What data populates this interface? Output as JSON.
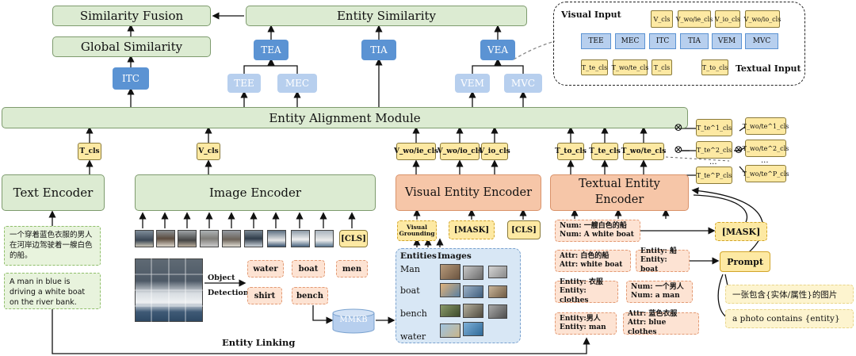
{
  "top": {
    "similarity_fusion": "Similarity Fusion",
    "entity_similarity": "Entity Similarity",
    "global_similarity": "Global Similarity",
    "itc": "ITC",
    "tea": "TEA",
    "tia": "TIA",
    "vea": "VEA",
    "tee": "TEE",
    "mec": "MEC",
    "vem": "VEM",
    "mvc": "MVC",
    "alignment_module": "Entity Alignment Module"
  },
  "inset": {
    "visual_input": "Visual Input",
    "textual_input": "Textual Input",
    "vis_tokens": [
      "V_cls",
      "V_wo/ie_cls",
      "V_io_cls",
      "V_wo/io_cls"
    ],
    "losses": [
      "TEE",
      "MEC",
      "ITC",
      "TIA",
      "VEM",
      "MVC"
    ],
    "txt_tokens": [
      "T_te_cls",
      "T_wo/te_cls",
      "T_cls",
      "T_to_cls"
    ]
  },
  "tokens": {
    "t_cls": "T_cls",
    "v_cls": "V_cls",
    "v_wo_ie": "V_wo/ie_cls",
    "v_wo_io": "V_wo/io_cls",
    "v_io": "V_io_cls",
    "t_to": "T_to_cls",
    "t_te": "T_te_cls",
    "t_wo_te": "T_wo/te_cls"
  },
  "right_stack": {
    "left": [
      "T_te^1_cls",
      "T_te^2_cls",
      "...",
      "T_te^P_cls"
    ],
    "right": [
      "T_wo/te^1_cls",
      "T_wo/te^2_cls",
      "...",
      "T_wo/te^P_cls"
    ],
    "otimes": "⊗"
  },
  "encoders": {
    "text": "Text Encoder",
    "image": "Image Encoder",
    "visual_entity": "Visual Entity Encoder",
    "textual_entity": "Textual Entity Encoder"
  },
  "text_input": {
    "chinese": "一个穿着蓝色衣服的男人在河岸边驾驶着一艘白色的船。",
    "english": "A man in blue is driving a white boat on the river bank."
  },
  "image_tokens": {
    "cls": "[CLS]"
  },
  "visual_entity_inputs": {
    "grounding": "Visual Grounding",
    "mask": "[MASK]",
    "cls": "[CLS]"
  },
  "detection": {
    "label_line1": "Object",
    "label_line2": "Detection",
    "objects": [
      "water",
      "boat",
      "men",
      "shirt",
      "bench"
    ],
    "mmkb": "MMKB",
    "entity_linking": "Entity Linking"
  },
  "kb_panel": {
    "entities_header": "Entities",
    "images_header": "Images",
    "entities": [
      "Man",
      "boat",
      "bench",
      "water"
    ]
  },
  "textual_entity_inputs": [
    [
      "Num: 一艘白色的船",
      "Num: A white boat"
    ],
    [
      "Attr: 白色的船",
      "Attr: white boat"
    ],
    [
      "Entity: 船",
      "Entity: boat"
    ],
    [
      "Entity: 衣服",
      "Entity: clothes"
    ],
    [
      "Num: 一个男人",
      "Num: a man"
    ],
    [
      "Entity:男人",
      "Entity: man"
    ],
    [
      "Attr: 蓝色衣服",
      "Attr: blue clothes"
    ]
  ],
  "prompt_side": {
    "mask": "[MASK]",
    "prompt": "Prompt",
    "template_cn": "一张包含{实体/属性}的图片",
    "template_en": "a photo contains {entity}"
  },
  "colors": {
    "green": "#dcebd2",
    "blue": "#5b93d3",
    "light_blue": "#b7cfee",
    "orange": "#f6c6a8",
    "token_yellow": "#fde9a3"
  }
}
